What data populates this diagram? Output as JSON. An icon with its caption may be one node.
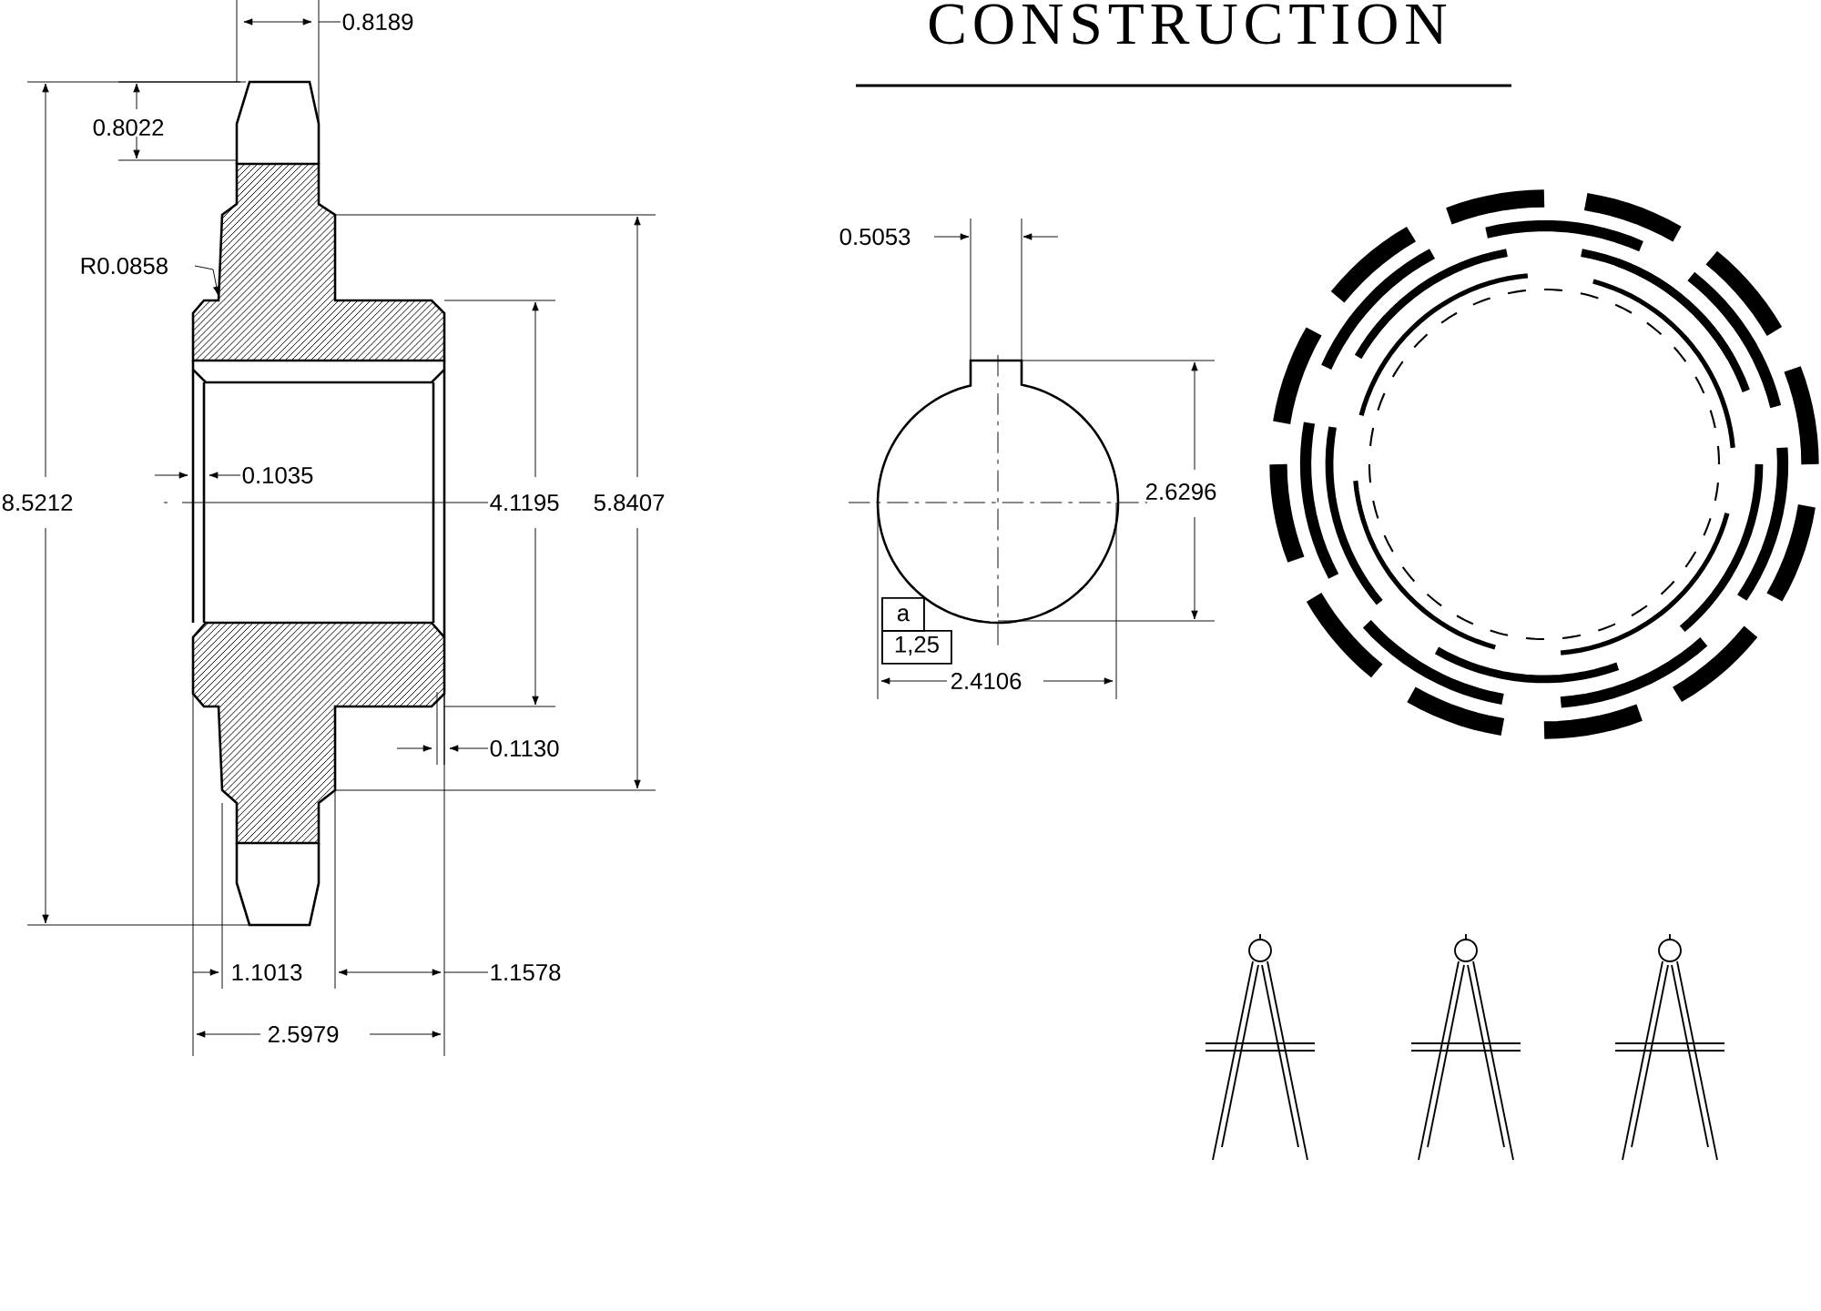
{
  "diagram": {
    "title": "CONSTRUCTION",
    "nodes": [
      {
        "text": [
          "a"
        ]
      },
      {
        "text": [
          "1,25"
        ]
      }
    ],
    "labels": [
      "0.8189",
      "0.8022",
      "R0.0858",
      "0.5053",
      "0.1035",
      "8.5212",
      "4.1195",
      "5.8407",
      "2.6296",
      "0.1130",
      "2.4106",
      "1.1013",
      "1.1578",
      "2.5979"
    ]
  }
}
